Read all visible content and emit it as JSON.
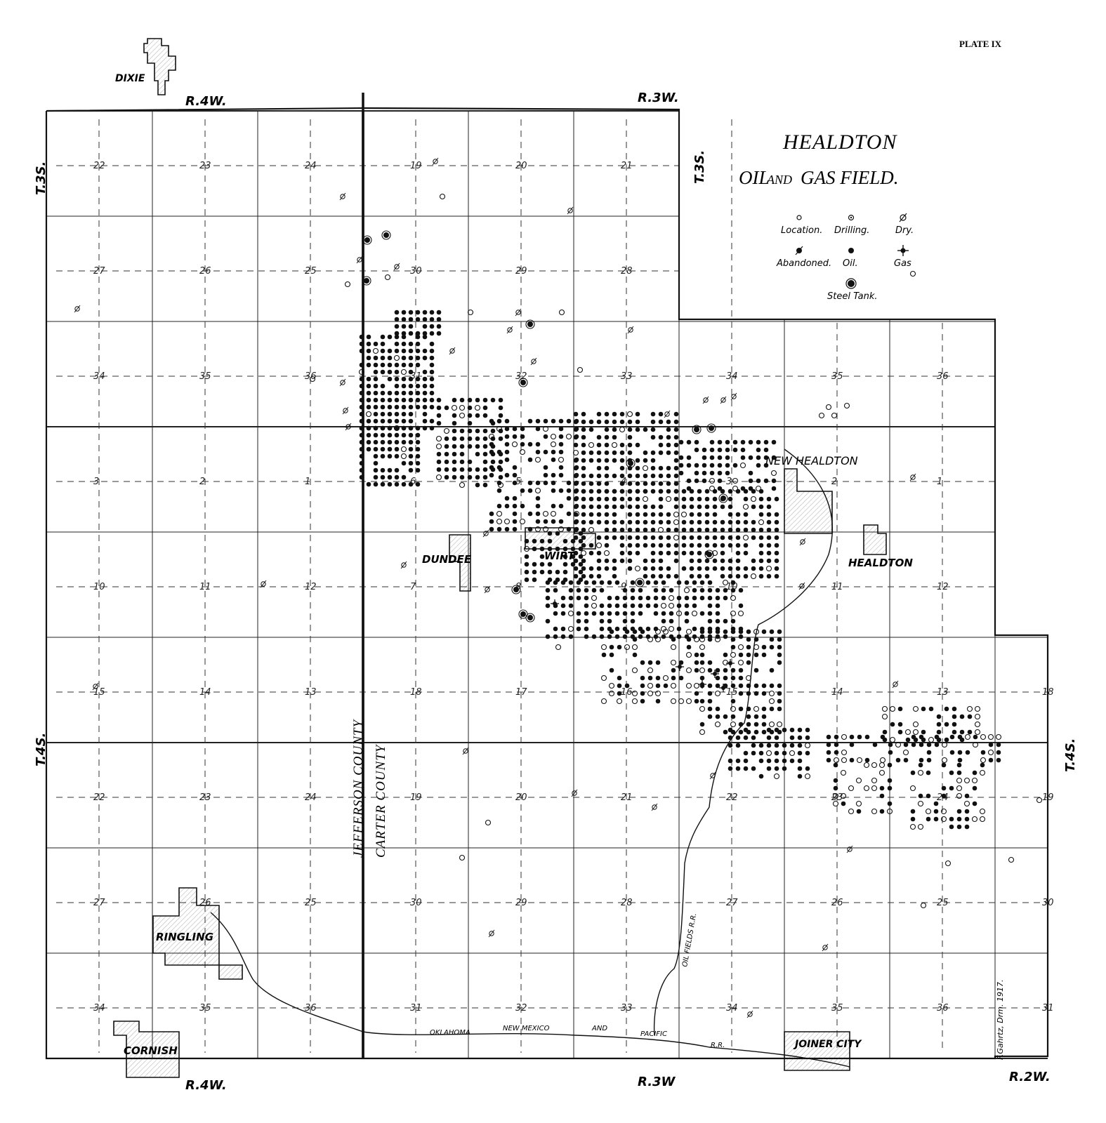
{
  "plate": "PLATE IX",
  "title_line1": "HEALDTON",
  "title_line2_a": "OIL",
  "title_line2_b": "AND",
  "title_line2_c": "GAS FIELD.",
  "legend": {
    "location": "Location.",
    "drilling": "Drilling.",
    "dry": "Dry.",
    "abandoned": "Abandoned.",
    "oil": "Oil.",
    "gas": "Gas",
    "steel_tank": "Steel Tank."
  },
  "ranges": {
    "r4w_top": "R.4W.",
    "r3w_top": "R.3W.",
    "r4w_bottom": "R.4W.",
    "r3w_bottom": "R.3W",
    "r2w_bottom": "R.2W."
  },
  "townships": {
    "t3s_left": "T.3S.",
    "t3s_mid": "T.3S.",
    "t4s_left": "T.4S.",
    "t4s_right": "T.4S."
  },
  "towns": {
    "dixie": "DIXIE",
    "new_healdton": "NEW HEALDTON",
    "healdton": "HEALDTON",
    "dundee": "DUNDEE",
    "wirt": "WIRT",
    "ringling": "RINGLING",
    "cornish": "CORNISH",
    "joiner_city": "JOINER CITY"
  },
  "counties": {
    "jefferson_county": "JEFFERSON COUNTY",
    "carter_county": "CARTER COUNTY"
  },
  "railroads": {
    "omp_1": "OKLAHOMA",
    "omp_2": "NEW MEXICO",
    "omp_3": "AND",
    "omp_4": "PACIFIC",
    "omp_5": "R.R.",
    "oil_fields_rr": "OIL FIELDS R.R."
  },
  "credit": "F.Gahrtz, Drm. 1917.",
  "section_numbers": {
    "row1": [
      "22",
      "23",
      "24",
      "19",
      "20",
      "21"
    ],
    "row2": [
      "27",
      "26",
      "25",
      "30",
      "29",
      "28"
    ],
    "row3": [
      "34",
      "35",
      "36",
      "31",
      "32",
      "33",
      "34",
      "35",
      "36"
    ],
    "row4": [
      "3",
      "2",
      "1",
      "6",
      "5",
      "4",
      "3",
      "2",
      "1"
    ],
    "row5": [
      "10",
      "11",
      "12",
      "7",
      "8",
      "9",
      "10",
      "11",
      "12"
    ],
    "row6": [
      "15",
      "14",
      "13",
      "18",
      "17",
      "16",
      "15",
      "14",
      "13",
      "18"
    ],
    "row7": [
      "22",
      "23",
      "24",
      "19",
      "20",
      "21",
      "22",
      "23",
      "24",
      "19"
    ],
    "row8": [
      "27",
      "26",
      "25",
      "30",
      "29",
      "28",
      "27",
      "26",
      "25",
      "30"
    ],
    "row9": [
      "34",
      "35",
      "36",
      "31",
      "32",
      "33",
      "34",
      "35",
      "36",
      "31"
    ]
  }
}
